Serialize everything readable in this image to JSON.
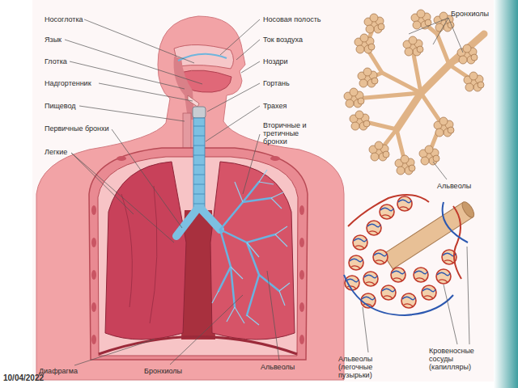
{
  "diagram": {
    "labels": [
      "Носоглотка",
      "Язык",
      "Глотка",
      "Надгортенник",
      "Пищевод",
      "Первичные бронхи",
      "Легкие",
      "Носовая полость",
      "Ток воздуха",
      "Ноздри",
      "Гортань",
      "Трахея",
      "Вторичные и третичные бронхи",
      "Бронхиолы",
      "Альвеолы",
      "Диафрагма",
      "Бронхиолы",
      "Альвеолы",
      "Альвеолы (легочные пузырьки)",
      "Кровеносные сосуды (капилляры)",
      "10/04/2022"
    ]
  }
}
